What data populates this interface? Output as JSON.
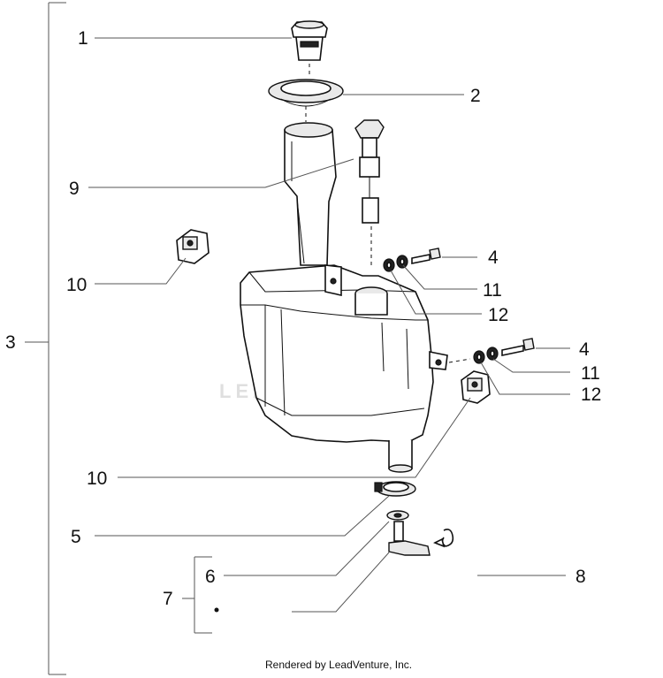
{
  "callouts": {
    "c1": "1",
    "c2": "2",
    "c3": "3",
    "c4a": "4",
    "c4b": "4",
    "c5": "5",
    "c6": "6",
    "c7": "7",
    "c8": "8",
    "c9": "9",
    "c10a": "10",
    "c10b": "10",
    "c11a": "11",
    "c11b": "11",
    "c12a": "12",
    "c12b": "12"
  },
  "watermark": "LEADVENTURE",
  "footer": "Rendered by LeadVenture, Inc."
}
